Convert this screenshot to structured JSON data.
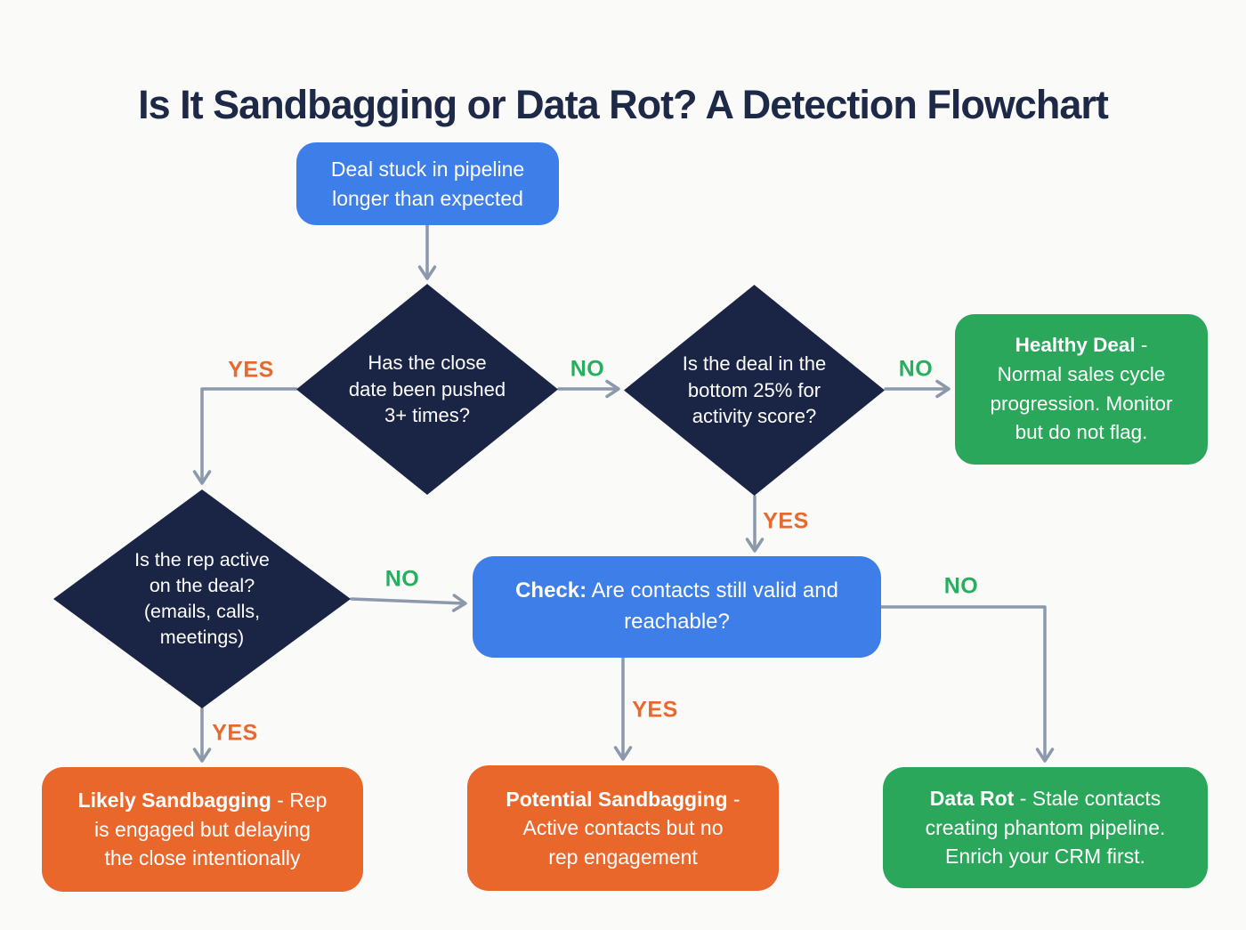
{
  "title": "Is It Sandbagging or Data Rot? A Detection Flowchart",
  "nodes": {
    "start": {
      "text": "Deal stuck in pipeline\nlonger than expected"
    },
    "d1": {
      "text": "Has the close\ndate been pushed\n3+ times?"
    },
    "d2": {
      "text": "Is the rep active\non the deal?\n(emails, calls,\nmeetings)"
    },
    "d3": {
      "text": "Is the deal in the\nbottom 25% for\nactivity score?"
    },
    "healthy": {
      "bold": "Healthy Deal",
      "rest": " -\nNormal sales cycle\nprogression. Monitor\nbut do not flag."
    },
    "check": {
      "bold": "Check:",
      "rest": " Are contacts still valid and\nreachable?"
    },
    "likely": {
      "bold": "Likely Sandbagging",
      "rest": " - Rep\nis engaged but delaying\nthe close intentionally"
    },
    "potential": {
      "bold": "Potential Sandbagging",
      "rest": " -\nActive contacts but no\nrep engagement"
    },
    "datarot": {
      "bold": "Data Rot",
      "rest": " - Stale contacts\ncreating phantom pipeline.\nEnrich your CRM first."
    }
  },
  "labels": {
    "d1_yes": "YES",
    "d1_no": "NO",
    "d3_no": "NO",
    "d3_yes": "YES",
    "d2_no": "NO",
    "d2_yes": "YES",
    "check_yes": "YES",
    "check_no": "NO"
  },
  "colors": {
    "background": "#fafaf8",
    "title_text": "#1e2947",
    "process_blue": "#3d7ee9",
    "decision_navy": "#1a2546",
    "outcome_green": "#2aa75a",
    "outcome_orange": "#ea672c",
    "label_yes_orange": "#e8692d",
    "label_no_green": "#27ae5e",
    "arrow_gray": "#8c98ac",
    "node_text": "#ffffff"
  }
}
